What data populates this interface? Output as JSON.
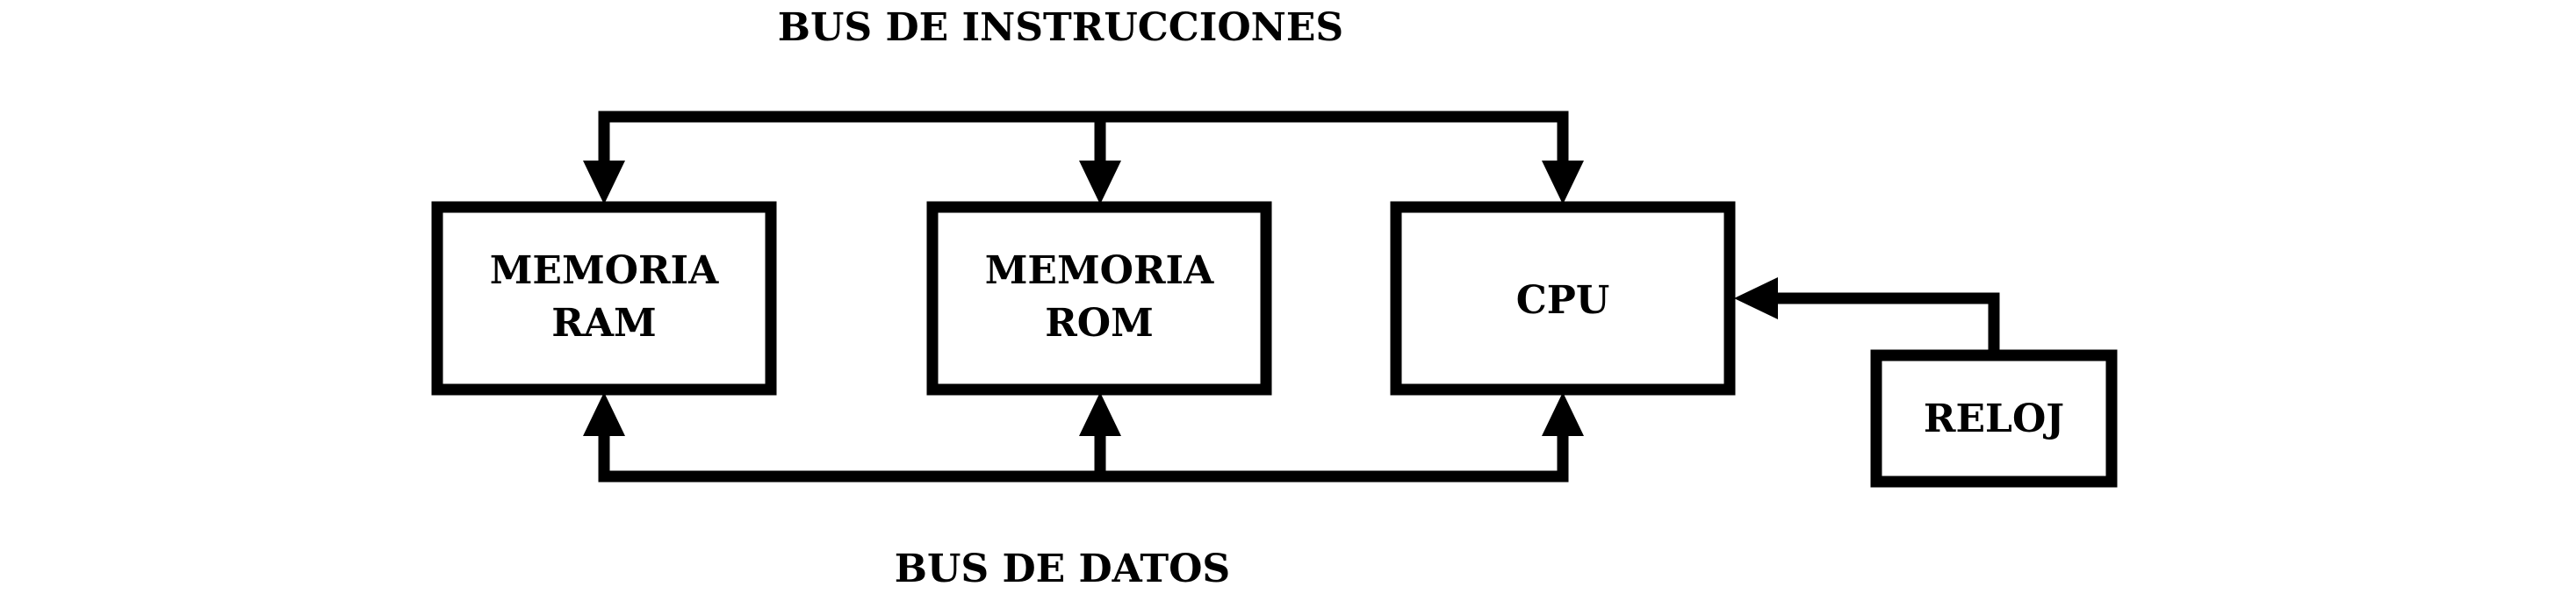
{
  "diagram": {
    "stroke_color": "#000000",
    "background_color": "#ffffff",
    "bus_instrucciones": {
      "label": "BUS DE INSTRUCCIONES"
    },
    "bus_datos": {
      "label": "BUS DE DATOS"
    },
    "blocks": {
      "ram": {
        "line1": "MEMORIA",
        "line2": "RAM"
      },
      "rom": {
        "line1": "MEMORIA",
        "line2": "ROM"
      },
      "cpu": {
        "label": "CPU"
      },
      "reloj": {
        "label": "RELOJ"
      }
    }
  }
}
